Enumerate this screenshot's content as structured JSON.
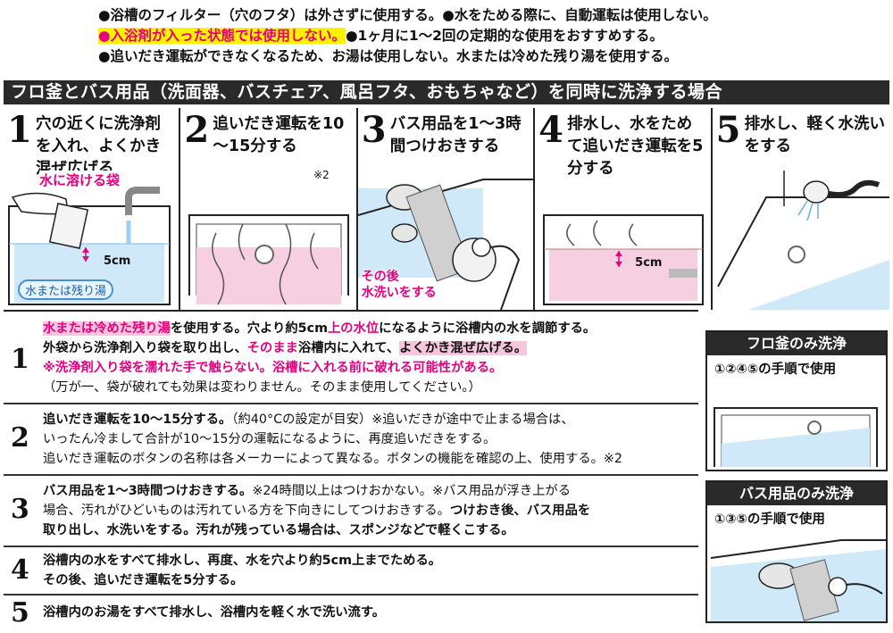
{
  "notes": {
    "line1": "●浴槽のフィルター（穴のフタ）は外さずに使用する。●水をためる際に、自動運転は使用しない。",
    "line2_hl": "●入浴剤が入った状態では使用しない。",
    "line2_rest": "●1ヶ月に1～2回の定期的な使用をおすすめする。",
    "line3": "●追いだき運転ができなくなるため、お湯は使用しない。水または冷めた残り湯を使用する。"
  },
  "banner": "フロ釜とバス用品（洗面器、バスチェア、風呂フタ、おもちゃなど）を同時に洗浄する場合",
  "steps": [
    {
      "num": "1",
      "title": "穴の近くに洗浄剤を入れ、よくかき混ぜ広げる",
      "bag_label": "水に溶ける袋",
      "cm_label": "5cm",
      "water_label": "水または残り湯"
    },
    {
      "num": "2",
      "title": "追いだき運転を10～15分する",
      "note": "※2"
    },
    {
      "num": "3",
      "title": "バス用品を1～3時間つけおきする",
      "after_line1": "その後",
      "after_line2": "水洗いをする"
    },
    {
      "num": "4",
      "title": "排水し、水をためて追いだき運転を5分する",
      "cm_label": "5cm"
    },
    {
      "num": "5",
      "title": "排水し、軽く水洗いをする"
    }
  ],
  "details": [
    {
      "num": "1",
      "l1a": "水または冷めた残り湯",
      "l1b": "を使用する。穴より約5cm",
      "l1c": "上の水位",
      "l1d": "になるように浴槽内の水を調節する。",
      "l2a": "外袋から洗浄剤入り袋を取り出し、",
      "l2b": "そのまま",
      "l2c": "浴槽内に入れて、",
      "l2d": "よくかき混ぜ広げる。",
      "l3": "※洗浄剤入り袋を濡れた手で触らない。浴槽に入れる前に破れる可能性がある。",
      "l4": "（万が一、袋が破れても効果は変わりません。そのまま使用してください。）"
    },
    {
      "num": "2",
      "l1a": "追いだき運転を10～15分する。",
      "l1b": "（約40°Cの設定が目安）※追いだきが途中で止まる場合は、",
      "l2": "いったん冷まして合計が10～15分の運転になるように、再度追いだきをする。",
      "l3": "追いだき運転のボタンの名称は各メーカーによって異なる。ボタンの機能を確認の上、使用する。※2"
    },
    {
      "num": "3",
      "l1a": "バス用品を1～3時間つけおきする。",
      "l1b": "※24時間以上はつけおかない。※バス用品が浮き上がる",
      "l2a": "場合、汚れがひどいものは汚れている方を下向きにしてつけおきする。",
      "l2b": "つけおき後、バス用品を",
      "l3": "取り出し、水洗いをする。汚れが残っている場合は、スポンジなどで軽くこする。"
    },
    {
      "num": "4",
      "l1": "浴槽内の水をすべて排水し、再度、水を穴より約5cm上までためる。",
      "l2": "その後、追いだき運転を5分する。"
    },
    {
      "num": "5",
      "l1": "浴槽内のお湯をすべて排水し、浴槽内を軽く水で洗い流す。"
    }
  ],
  "sidebox1": {
    "title": "フロ釜のみ洗浄",
    "body": "①②④⑤の手順で使用"
  },
  "sidebox2": {
    "title": "バス用品のみ洗浄",
    "body": "①③⑤の手順で使用"
  },
  "colors": {
    "accent_pink": "#e5007f",
    "water_blue": "#cfe9f8",
    "water_pink": "#f6cfe0",
    "banner_dark": "#2a2a2a"
  }
}
